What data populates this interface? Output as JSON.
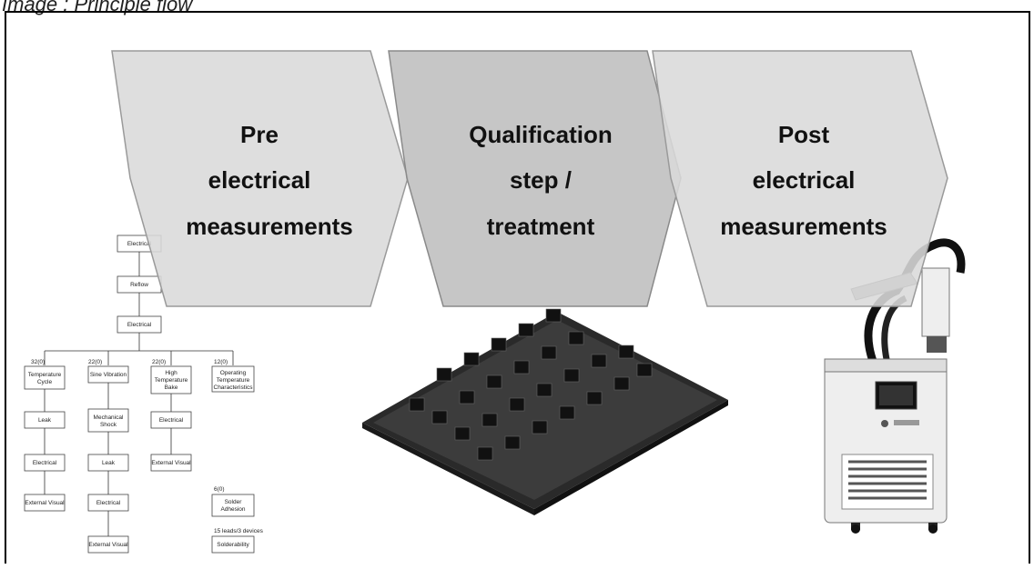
{
  "caption": "Image : Principle flow",
  "stages": [
    {
      "lines": [
        "Pre",
        "electrical",
        "measurements"
      ],
      "fill": "#d9d9d9"
    },
    {
      "lines": [
        "Qualification",
        "step /",
        "treatment"
      ],
      "fill": "#c0c0c0"
    },
    {
      "lines": [
        "Post",
        "electrical",
        "measurements"
      ],
      "fill": "#d9d9d9"
    }
  ],
  "flowchart": {
    "top_boxes": [
      "Electrical",
      "Reflow",
      "Electrical"
    ],
    "columns": [
      {
        "count": "32(0)",
        "boxes": [
          "Temperature Cycle",
          "Leak",
          "Electrical",
          "External Visual"
        ]
      },
      {
        "count": "22(0)",
        "boxes": [
          "Sine Vibration",
          "Mechanical Shock",
          "Leak",
          "Electrical",
          "External Visual"
        ]
      },
      {
        "count": "22(0)",
        "boxes": [
          "High Temperature Bake",
          "Electrical",
          "External Visual"
        ]
      },
      {
        "count": "12(0)",
        "boxes": [
          "Operating Temperature Characteristics"
        ]
      }
    ],
    "extra": [
      {
        "count": "6(0)",
        "box": "Solder Adhesion"
      },
      {
        "count": "15 leads/3 devices",
        "box": "Solderability"
      }
    ]
  }
}
